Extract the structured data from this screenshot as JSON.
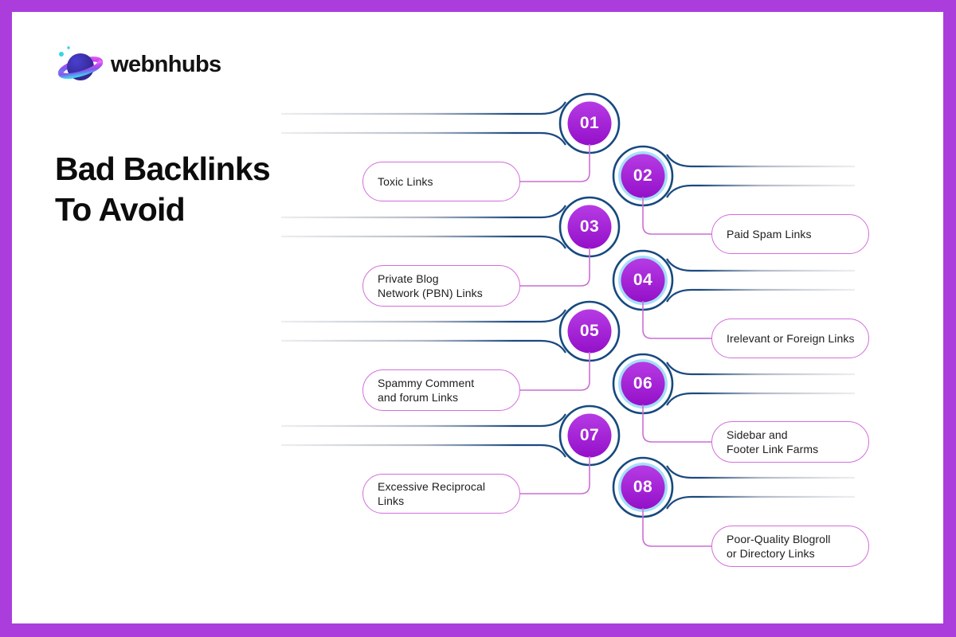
{
  "brand": {
    "name": "webnhubs",
    "logo_icon": "planet-with-ring-icon"
  },
  "title": {
    "line1": "Bad Backlinks",
    "line2": "To Avoid"
  },
  "items": [
    {
      "number": "01",
      "label": "Toxic Links",
      "side": "left"
    },
    {
      "number": "02",
      "label": "Paid Spam Links",
      "side": "right"
    },
    {
      "number": "03",
      "label": "Private Blog\nNetwork (PBN) Links",
      "side": "left"
    },
    {
      "number": "04",
      "label": "Irelevant or Foreign Links",
      "side": "right"
    },
    {
      "number": "05",
      "label": "Spammy Comment\nand forum Links",
      "side": "left"
    },
    {
      "number": "06",
      "label": "Sidebar and\nFooter Link Farms",
      "side": "right"
    },
    {
      "number": "07",
      "label": "Excessive Reciprocal Links",
      "side": "left"
    },
    {
      "number": "08",
      "label": "Poor-Quality Blogroll\nor Directory Links",
      "side": "right"
    }
  ],
  "colors": {
    "frame_purple": "#AB3DDC",
    "node_purple": "#A21ACF",
    "ring_navy": "#16497E",
    "halo_cyan": "#9BDCF8",
    "pill_border": "#D36EDC",
    "connector_pink": "#CC6FD4",
    "text_black": "#0c0c0c"
  }
}
